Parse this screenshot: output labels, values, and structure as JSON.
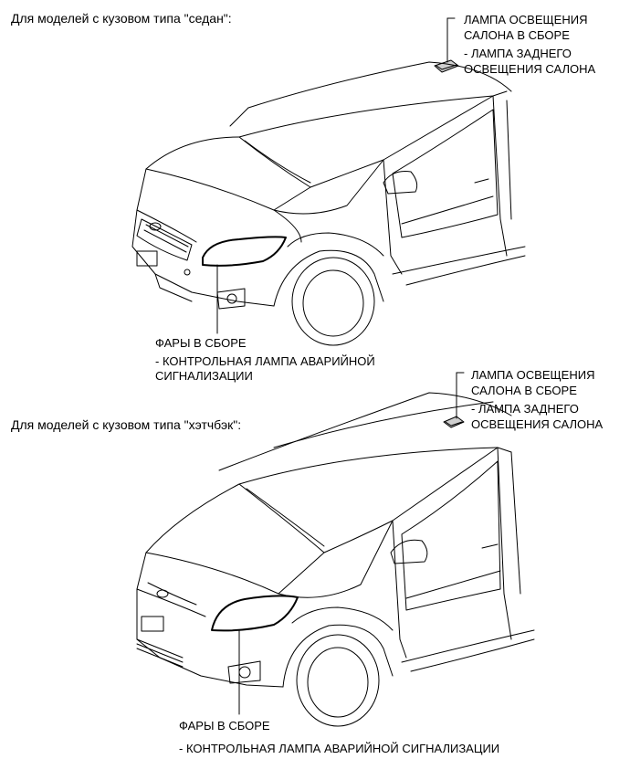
{
  "sedan": {
    "heading": "Для моделей с кузовом типа \"седан\":",
    "room_lamp_line1": "ЛАМПА ОСВЕЩЕНИЯ",
    "room_lamp_line2": "САЛОНА В СБОРЕ",
    "room_lamp_sub1": "- ЛАМПА ЗАДНЕГО",
    "room_lamp_sub2": "ОСВЕЩЕНИЯ САЛОНА",
    "headlamp_label": "ФАРЫ В СБОРЕ",
    "headlamp_sub1": "- КОНТРОЛЬНАЯ ЛАМПА АВАРИЙНОЙ",
    "headlamp_sub2": "СИГНАЛИЗАЦИИ"
  },
  "hatchback": {
    "heading": "Для моделей с кузовом типа \"хэтчбэк\":",
    "room_lamp_line1": "ЛАМПА ОСВЕЩЕНИЯ",
    "room_lamp_line2": "САЛОНА В СБОРЕ",
    "room_lamp_sub1": "- ЛАМПА ЗАДНЕГО",
    "room_lamp_sub2": "ОСВЕЩЕНИЯ САЛОНА",
    "headlamp_label": "ФАРЫ В СБОРЕ",
    "headlamp_sub1": "- КОНТРОЛЬНАЯ ЛАМПА АВАРИЙНОЙ СИГНАЛИЗАЦИИ"
  }
}
